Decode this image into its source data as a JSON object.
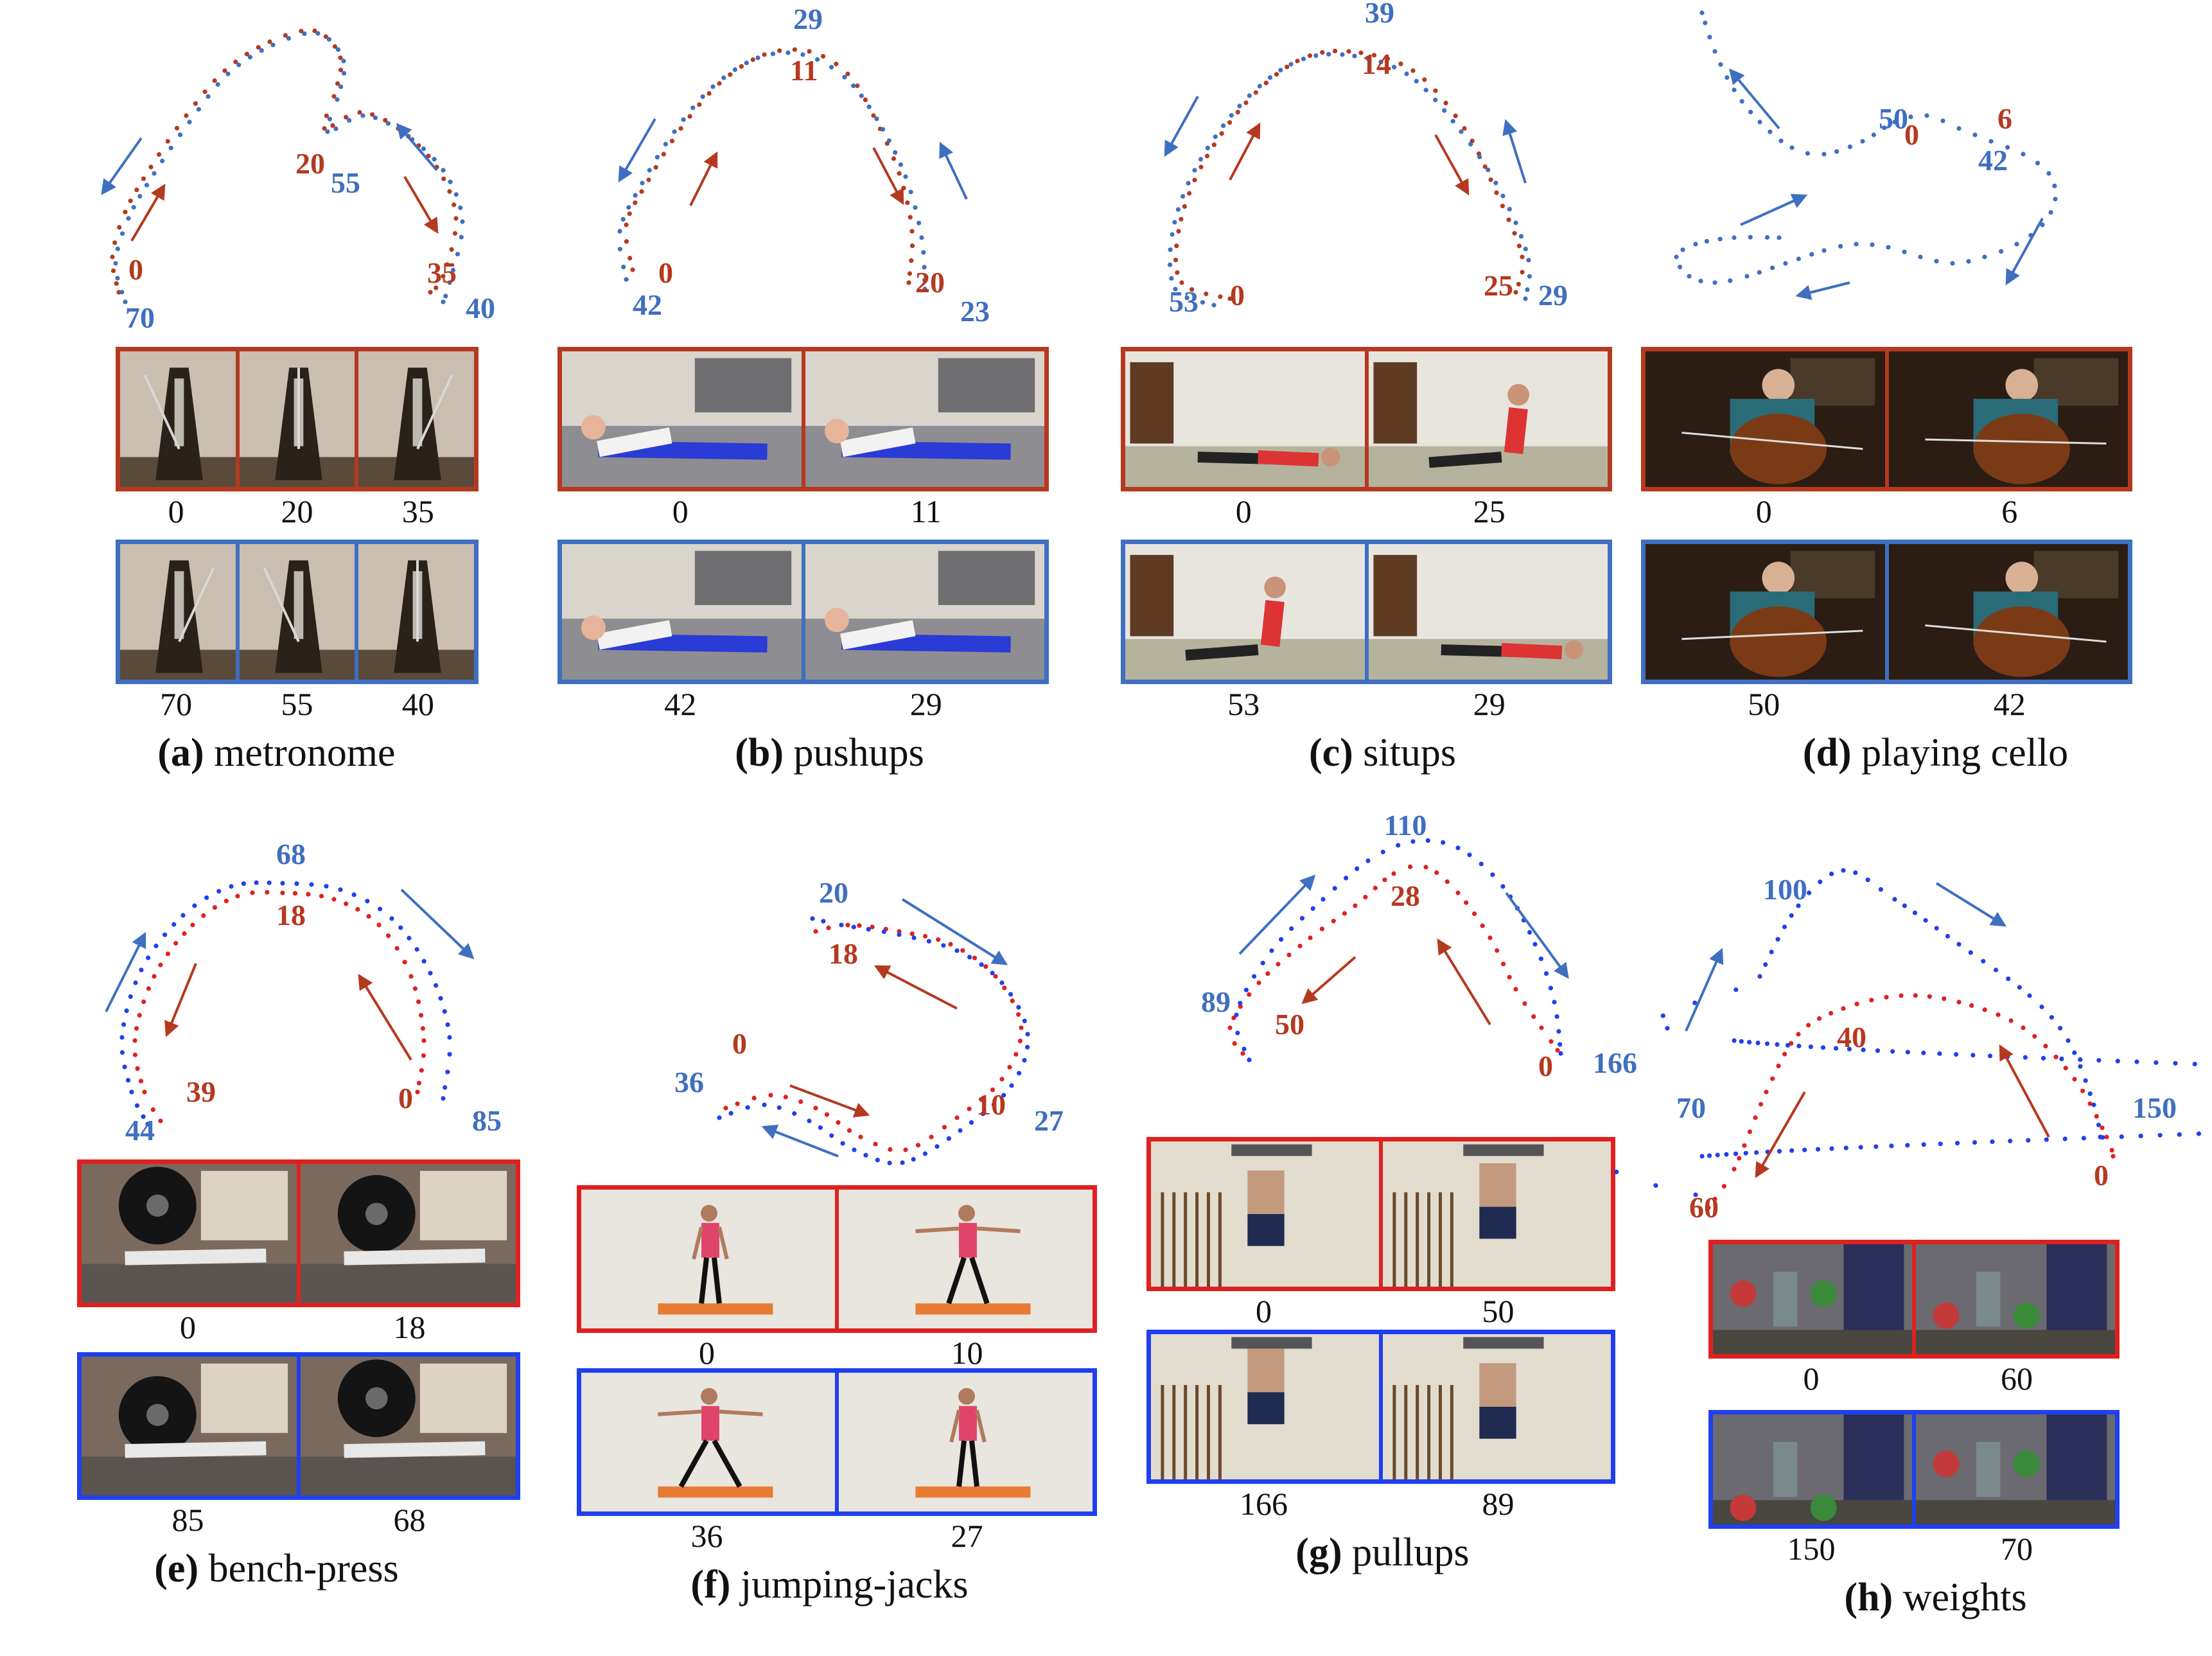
{
  "colors": {
    "red": "#b5391f",
    "blue": "#3f6fc0",
    "redBright": "#e02020",
    "blueBright": "#1f3ff0"
  },
  "panels": [
    {
      "key": "a",
      "caption": {
        "letter": "(a)",
        "name": "metronome"
      },
      "traj_labels": {
        "red": [
          "0",
          "20",
          "35"
        ],
        "blue": [
          "70",
          "55",
          "40"
        ]
      },
      "frames_red": [
        "0",
        "20",
        "35"
      ],
      "frames_blue": [
        "70",
        "55",
        "40"
      ],
      "scene": "metronome"
    },
    {
      "key": "b",
      "caption": {
        "letter": "(b)",
        "name": "pushups"
      },
      "traj_labels": {
        "red": [
          "0",
          "11",
          "20"
        ],
        "blue": [
          "42",
          "29",
          "23"
        ]
      },
      "frames_red": [
        "0",
        "11"
      ],
      "frames_blue": [
        "42",
        "29"
      ],
      "scene": "pushups"
    },
    {
      "key": "c",
      "caption": {
        "letter": "(c)",
        "name": "situps"
      },
      "traj_labels": {
        "red": [
          "0",
          "14",
          "25"
        ],
        "blue": [
          "53",
          "39",
          "29"
        ]
      },
      "frames_red": [
        "0",
        "25"
      ],
      "frames_blue": [
        "53",
        "29"
      ],
      "scene": "situps"
    },
    {
      "key": "d",
      "caption": {
        "letter": "(d)",
        "name": "playing cello"
      },
      "traj_labels": {
        "red": [
          "0",
          "6"
        ],
        "blue": [
          "50",
          "42"
        ]
      },
      "frames_red": [
        "0",
        "6"
      ],
      "frames_blue": [
        "50",
        "42"
      ],
      "scene": "cello"
    },
    {
      "key": "e",
      "caption": {
        "letter": "(e)",
        "name": "bench-press"
      },
      "traj_labels": {
        "red": [
          "18",
          "39",
          "0"
        ],
        "blue": [
          "68",
          "44",
          "85"
        ]
      },
      "frames_red": [
        "0",
        "18"
      ],
      "frames_blue": [
        "85",
        "68"
      ],
      "scene": "bench"
    },
    {
      "key": "f",
      "caption": {
        "letter": "(f)",
        "name": "jumping-jacks"
      },
      "traj_labels": {
        "red": [
          "18",
          "0",
          "10"
        ],
        "blue": [
          "20",
          "36",
          "27"
        ]
      },
      "frames_red": [
        "0",
        "10"
      ],
      "frames_blue": [
        "36",
        "27"
      ],
      "scene": "jacks"
    },
    {
      "key": "g",
      "caption": {
        "letter": "(g)",
        "name": "pullups"
      },
      "traj_labels": {
        "red": [
          "28",
          "50",
          "0"
        ],
        "blue": [
          "110",
          "89",
          "166"
        ]
      },
      "frames_red": [
        "0",
        "50"
      ],
      "frames_blue": [
        "166",
        "89"
      ],
      "scene": "pullups"
    },
    {
      "key": "h",
      "caption": {
        "letter": "(h)",
        "name": "weights"
      },
      "traj_labels": {
        "red": [
          "40",
          "60",
          "0"
        ],
        "blue": [
          "100",
          "70",
          "150"
        ]
      },
      "frames_red": [
        "0",
        "60"
      ],
      "frames_blue": [
        "150",
        "70"
      ],
      "scene": "weights"
    }
  ]
}
